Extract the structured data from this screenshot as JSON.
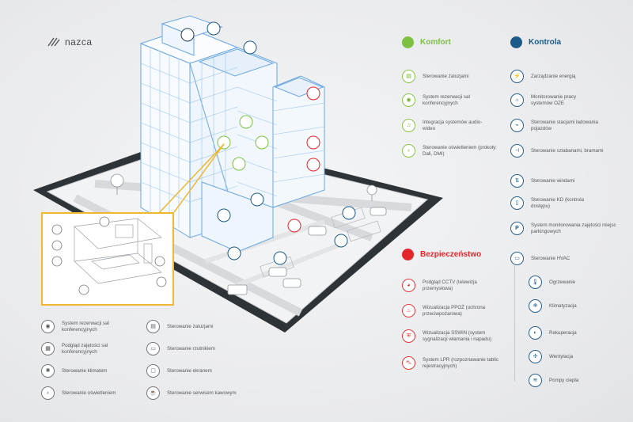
{
  "brand": {
    "name": "nazca"
  },
  "colors": {
    "green": "#7cc142",
    "blue": "#1c5a89",
    "red": "#e3262c",
    "accent_yellow": "#f0b731"
  },
  "komfort": {
    "title": "Komfort",
    "items": [
      {
        "label": "Sterowanie żaluzjami",
        "icon": "blinds-icon"
      },
      {
        "label": "System rezerwacji sal konferencyjnych",
        "icon": "meeting-room-icon"
      },
      {
        "label": "Integracja systemów audio-wideo",
        "icon": "music-note-icon"
      },
      {
        "label": "Sterowanie oświetleniem (prokoły: Dali, DMI)",
        "icon": "lightbulb-icon"
      }
    ]
  },
  "kontrola": {
    "title": "Kontrola",
    "items": [
      {
        "label": "Zarządzanie energią",
        "icon": "lightning-icon"
      },
      {
        "label": "Monitorowanie pracy systemów OZE",
        "icon": "sun-icon"
      },
      {
        "label": "Sterowanie stacjami ładowania pojazdów",
        "icon": "ev-charger-icon"
      },
      {
        "label": "Sterowanie szlabanami, bramami",
        "icon": "barrier-icon"
      },
      {
        "label": "Sterowanie windami",
        "icon": "elevator-icon"
      },
      {
        "label": "Sterowanie KD (kontrola dostępu)",
        "icon": "access-door-icon"
      },
      {
        "label": "System monitorowania zajętości miejsc parkingowych",
        "icon": "parking-icon"
      },
      {
        "label": "Sterowanie HVAC",
        "icon": "hvac-icon"
      }
    ],
    "hvac": [
      {
        "label": "Ogrzewanie",
        "icon": "thermometer-icon"
      },
      {
        "label": "Klimatyzacja",
        "icon": "snowflake-icon"
      },
      {
        "label": "Rekuperacja",
        "icon": "recuperation-icon"
      },
      {
        "label": "Wentylacja",
        "icon": "fan-icon"
      },
      {
        "label": "Pompy ciepła",
        "icon": "heat-pump-icon"
      }
    ]
  },
  "bezpieczenstwo": {
    "title": "Bezpieczeństwo",
    "items": [
      {
        "label": "Podgląd CCTV (telewizja przemysłowa)",
        "icon": "cctv-icon"
      },
      {
        "label": "Wizualizacja PPOŻ (ochrona przeciwpożarowa)",
        "icon": "fire-icon"
      },
      {
        "label": "Wizualizacja SSWiN (system sygnalizacji włamania i napadu)",
        "icon": "shield-icon"
      },
      {
        "label": "System LPR (rozpoznawanie tablic rejestracyjnych)",
        "icon": "car-icon"
      }
    ]
  },
  "legend": {
    "left": [
      {
        "label": "System rezerwacji sal konferencyjnych",
        "icon": "meeting-room-icon"
      },
      {
        "label": "Podgląd zajętości sal konferencyjnych",
        "icon": "occupancy-icon"
      },
      {
        "label": "Sterowanie klimatem",
        "icon": "climate-icon"
      },
      {
        "label": "Sterowanie oświetleniem",
        "icon": "lightbulb-icon"
      }
    ],
    "right": [
      {
        "label": "Sterowanie żaluzjami",
        "icon": "blinds-icon"
      },
      {
        "label": "Sterowanie rzutnikiem",
        "icon": "projector-icon"
      },
      {
        "label": "Sterowanie ekranem",
        "icon": "screen-icon"
      },
      {
        "label": "Sterowanie serwisem kawowym",
        "icon": "coffee-icon"
      }
    ]
  }
}
